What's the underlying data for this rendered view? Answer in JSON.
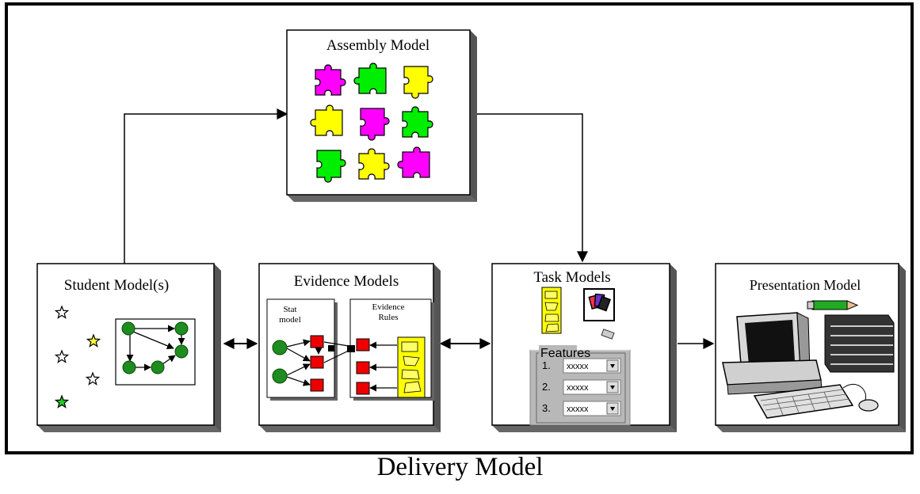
{
  "models": {
    "assembly": {
      "title": "Assembly Model"
    },
    "student": {
      "title": "Student Model(s)"
    },
    "evidence": {
      "title": "Evidence Models",
      "stat_model_label": "Stat model",
      "evidence_rules_label": "Evidence Rules"
    },
    "task": {
      "title": "Task Models",
      "features": {
        "title": "Features",
        "rows": [
          {
            "num": "1.",
            "value": "xxxxx"
          },
          {
            "num": "2.",
            "value": "xxxxx"
          },
          {
            "num": "3.",
            "value": "xxxxx"
          }
        ]
      }
    },
    "presentation": {
      "title": "Presentation Model"
    }
  },
  "caption": "Delivery Model",
  "colors": {
    "magenta": "#ff00ff",
    "green": "#00ee00",
    "yellow": "#ffff00",
    "node_green": "#1e8c1e",
    "node_red": "#ee0000",
    "star_yellow": "#ffff33",
    "star_green": "#22cc22"
  },
  "puzzle_grid": [
    [
      "magenta",
      "green",
      "yellow"
    ],
    [
      "yellow",
      "magenta",
      "green"
    ],
    [
      "green",
      "yellow",
      "magenta"
    ]
  ],
  "stars": [
    "white",
    "white",
    "yellow",
    "white",
    "green"
  ]
}
